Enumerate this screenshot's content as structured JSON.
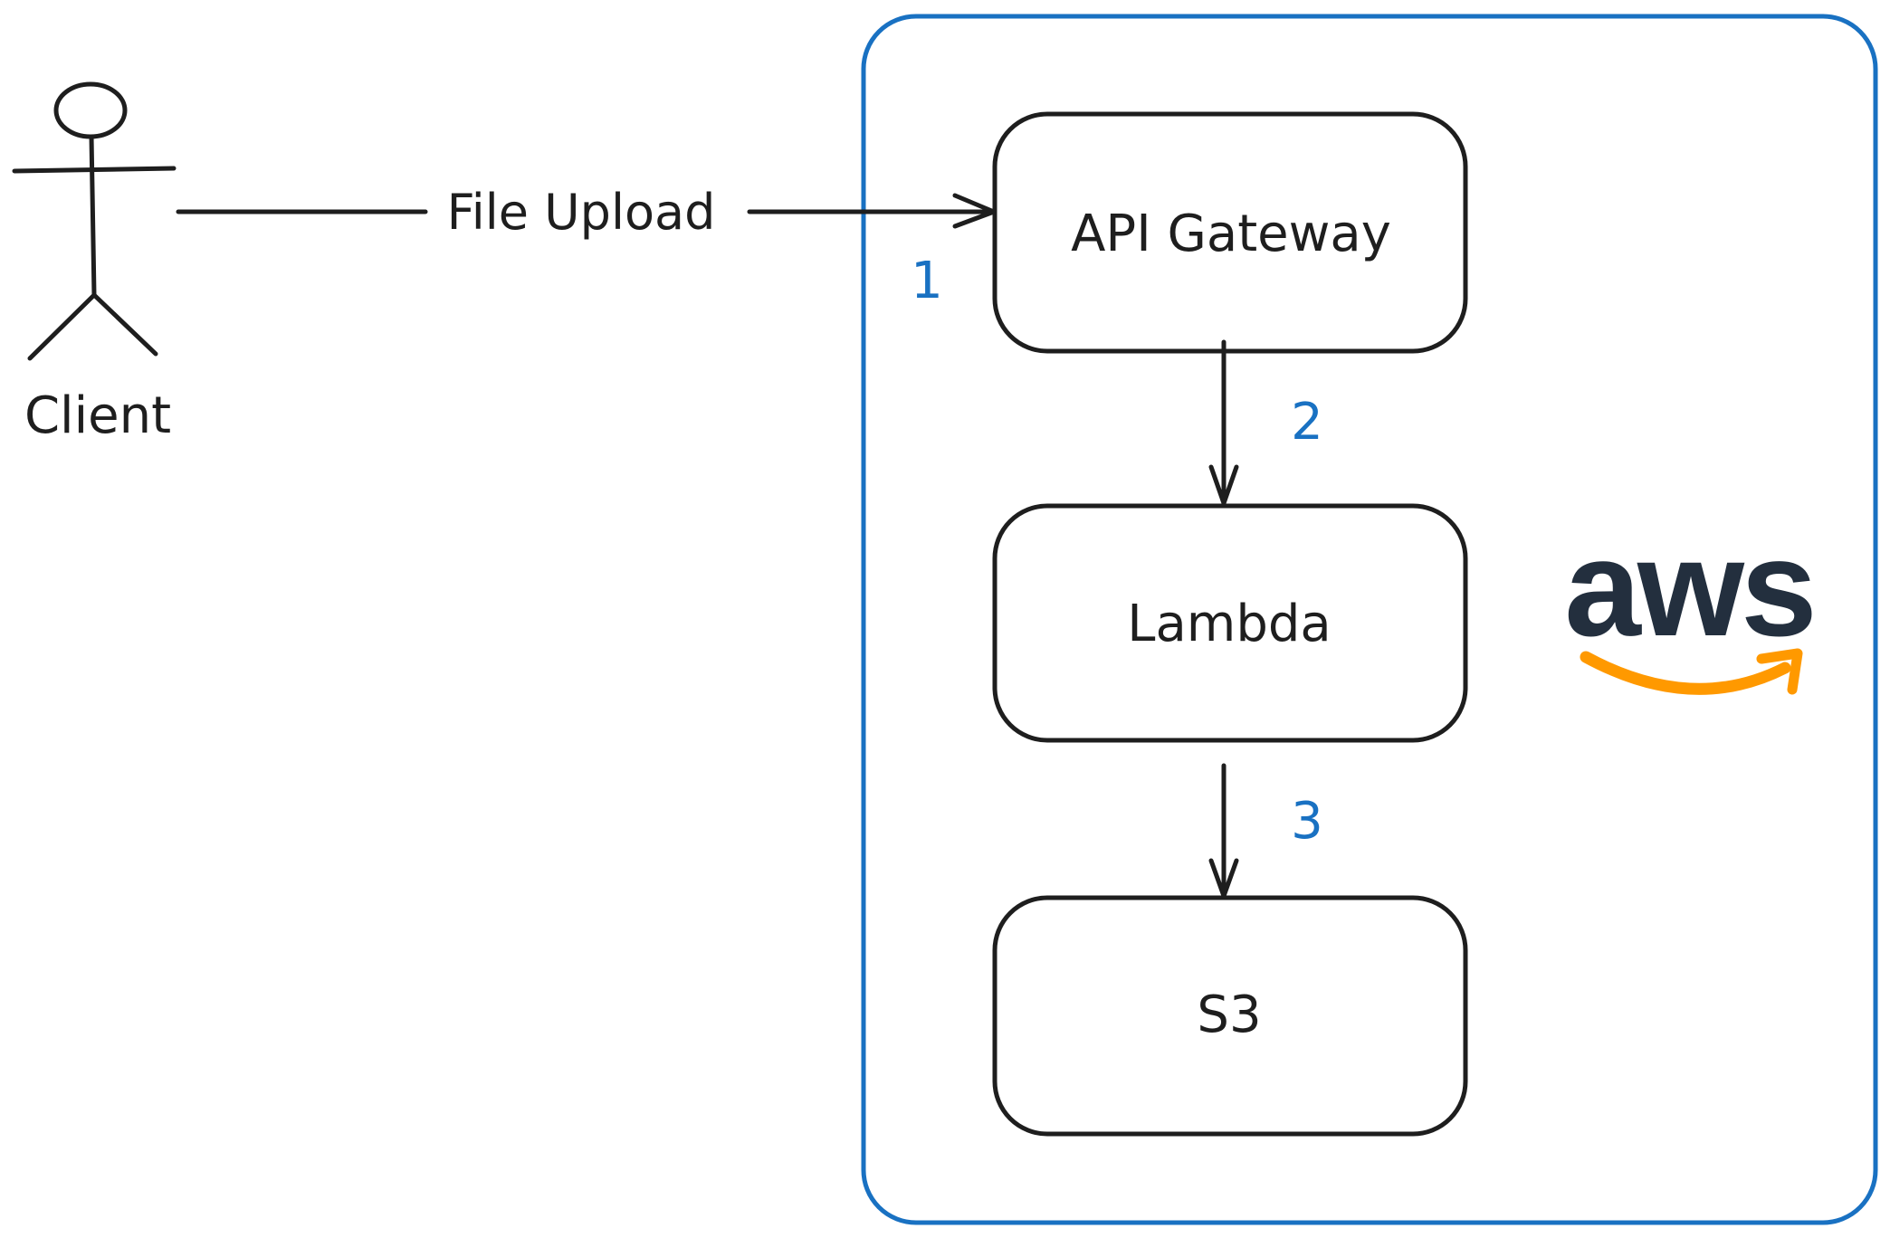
{
  "actor": {
    "label": "Client"
  },
  "edge_upload": {
    "label": "File Upload"
  },
  "cloud": {
    "logo_text": "aws",
    "border_color": "#1971c2",
    "logo_text_color": "#232f3e",
    "logo_smile_color": "#ff9900"
  },
  "nodes": {
    "api_gateway": "API Gateway",
    "lambda": "Lambda",
    "s3": "S3"
  },
  "steps": {
    "one": "1",
    "two": "2",
    "three": "3"
  },
  "colors": {
    "stroke": "#1e1e1e",
    "step_label": "#1971c2"
  }
}
